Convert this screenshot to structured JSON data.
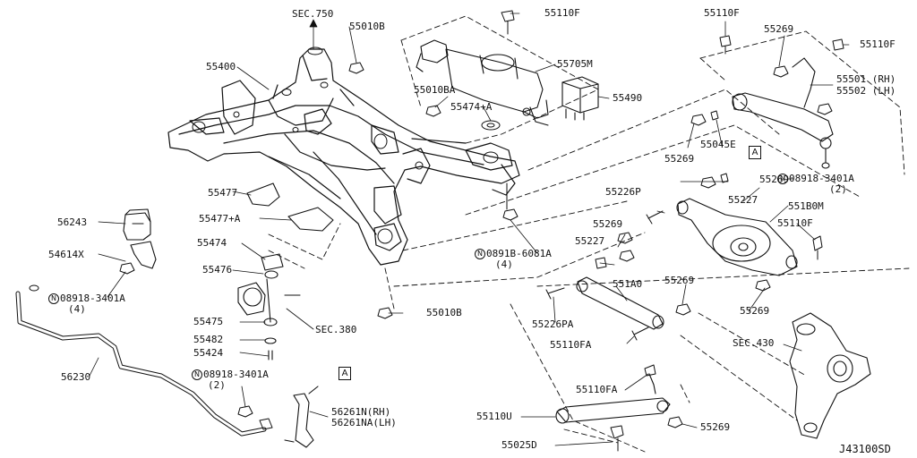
{
  "diagram_id": "J43100SD",
  "section_refs": {
    "sec750": "SEC.750",
    "sec380": "SEC.380",
    "sec430": "SEC.430"
  },
  "parts": {
    "p55010B_top": "55010B",
    "p55400": "55400",
    "p55110F_top": "55110F",
    "p55705M": "55705M",
    "p55010BA": "55010BA",
    "p55474A": "55474+A",
    "p55490": "55490",
    "p55110F_rt1": "55110F",
    "p55269_rt1": "55269",
    "p55110F_rt2": "55110F",
    "p55501_rh": "55501 (RH)",
    "p55502_lh": "55502 (LH)",
    "p55045E": "55045E",
    "p55269_rt2": "55269",
    "p08918_rt": "08918-3401A",
    "p08918_rt_qty": "(2)",
    "p55269_mid1": "55269",
    "p55227_1": "55227",
    "p55226P": "55226P",
    "p551B0M": "551B0M",
    "p55110F_mid": "55110F",
    "p55269_mid2": "55269",
    "p55227_2": "55227",
    "p551A0": "551A0",
    "p55269_mid3": "55269",
    "p55269_mid4": "55269",
    "p55226PA": "55226PA",
    "p55110FA_1": "55110FA",
    "p55477": "55477",
    "p55477A": "55477+A",
    "p56243": "56243",
    "p55474": "55474",
    "p54614X": "54614X",
    "p55476": "55476",
    "p08918_left": "08918-3401A",
    "p08918_left_qty": "(4)",
    "p0891B": "0891B-6081A",
    "p0891B_qty": "(4)",
    "p55010B_mid": "55010B",
    "p55475": "55475",
    "p55482": "55482",
    "p55424": "55424",
    "p56230": "56230",
    "p08918_bot": "08918-3401A",
    "p08918_bot_qty": "(2)",
    "p56261N": "56261N(RH)",
    "p56261NA": "56261NA(LH)",
    "p55110FA_2": "55110FA",
    "p55110U": "55110U",
    "p55269_bot": "55269",
    "p55025D": "55025D"
  },
  "symbols": {
    "ref_a": "A",
    "nut_n": "N"
  }
}
